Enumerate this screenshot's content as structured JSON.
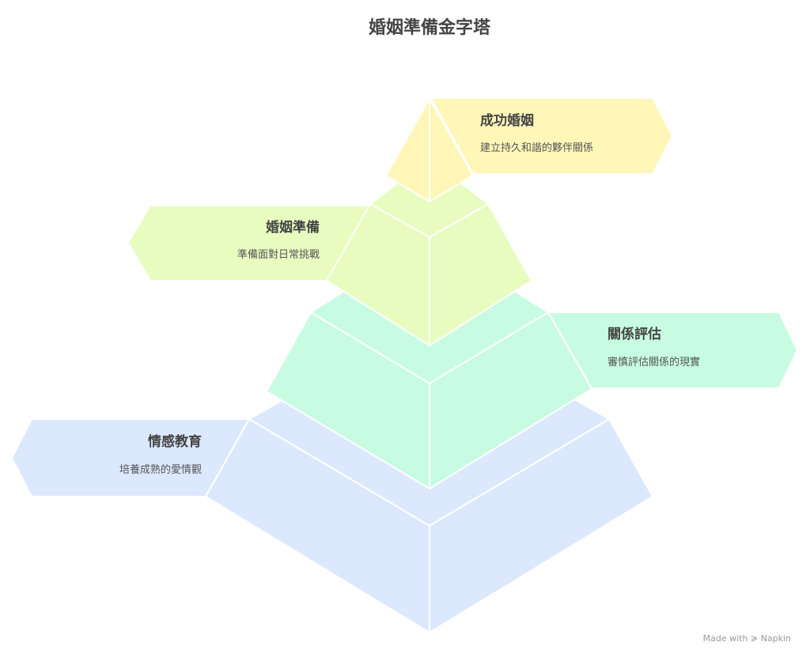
{
  "title": "婚姻準備金字塔",
  "levels": [
    {
      "heading": "成功婚姻",
      "description": "建立持久和諧的夥伴關係",
      "color": "#FFF6B8"
    },
    {
      "heading": "婚姻準備",
      "description": "準備面對日常挑戰",
      "color": "#E8FCC0"
    },
    {
      "heading": "關係評估",
      "description": "審慎評估關係的現實",
      "color": "#C8FCE2"
    },
    {
      "heading": "情感教育",
      "description": "培養成熟的愛情觀",
      "color": "#DCE8FD"
    }
  ],
  "watermark": "Made with ≽ Napkin"
}
